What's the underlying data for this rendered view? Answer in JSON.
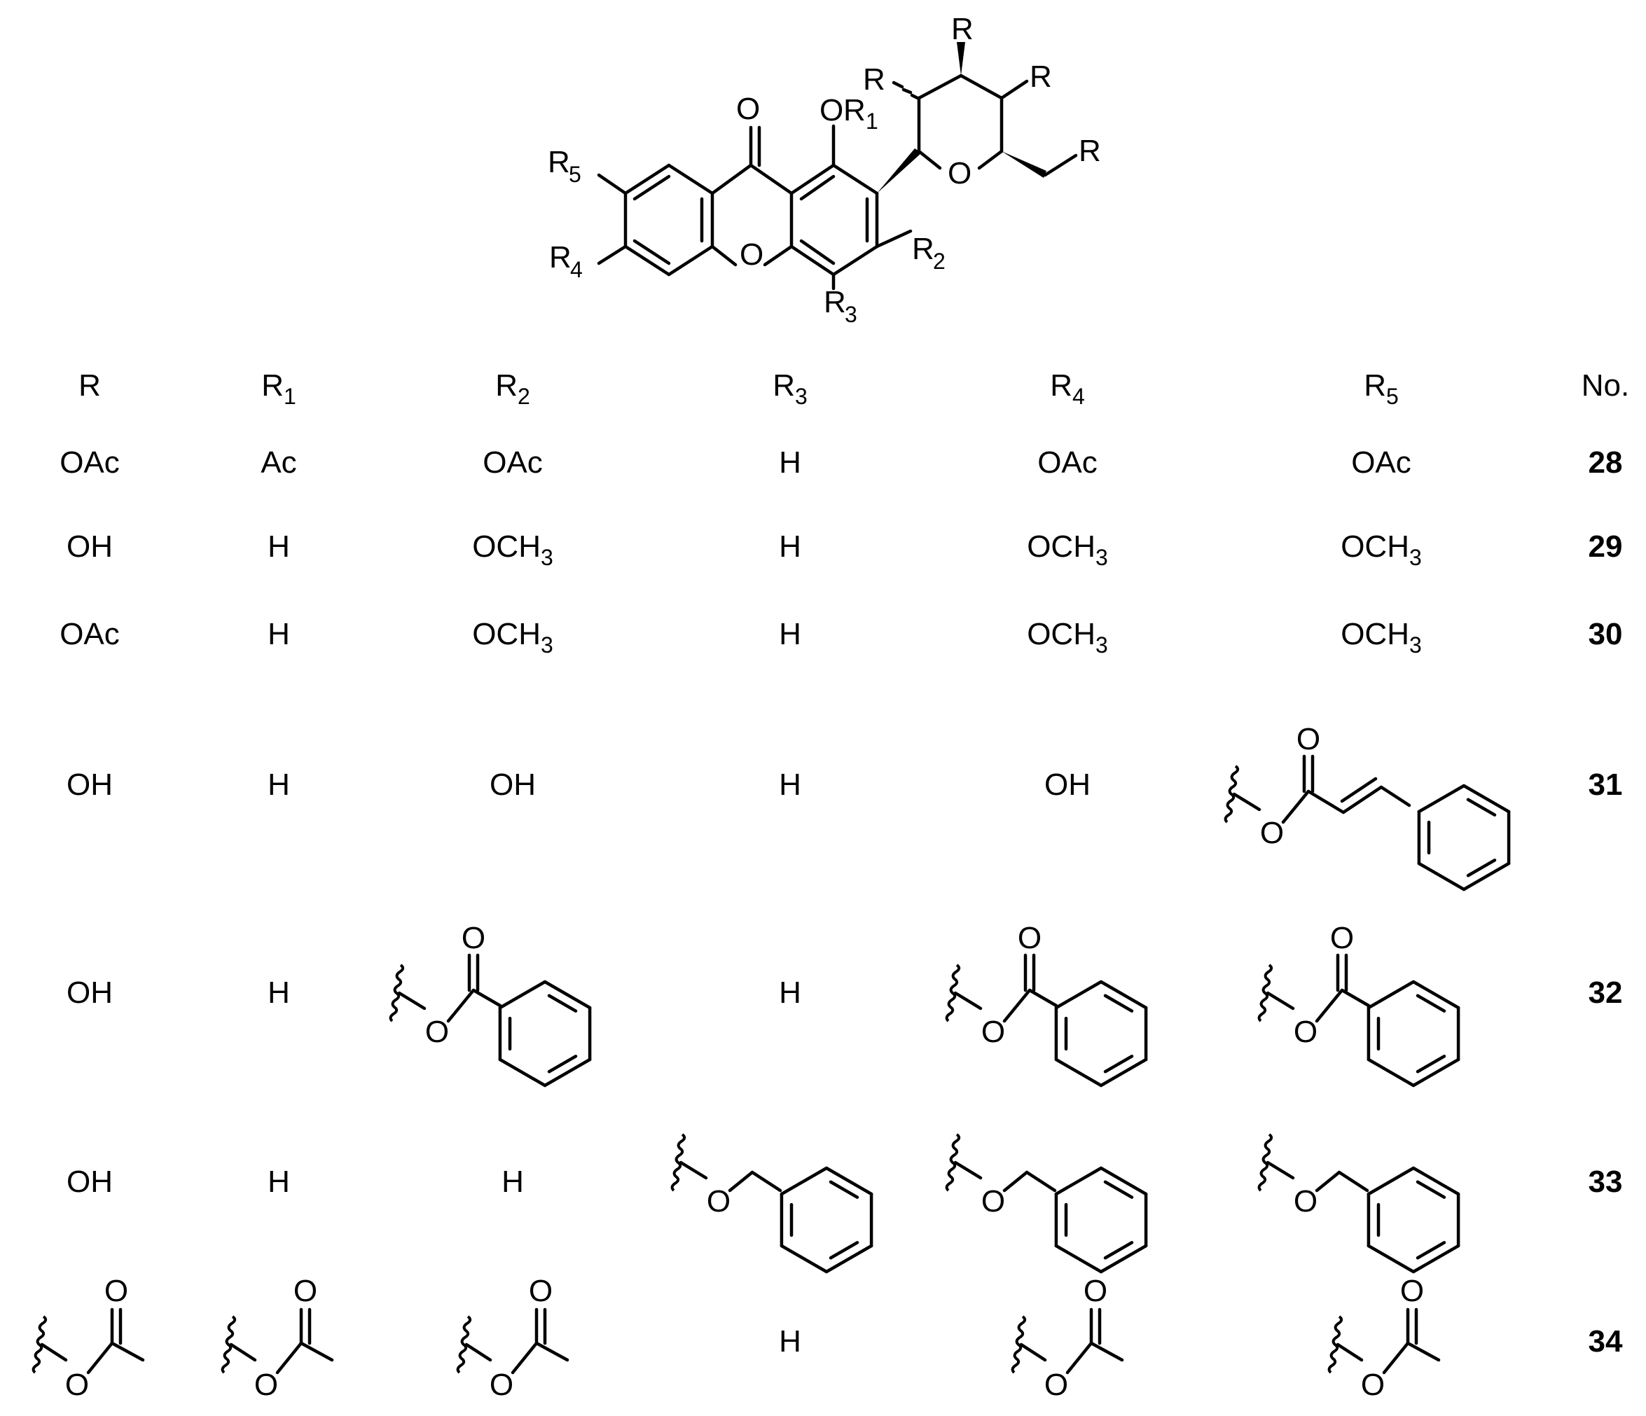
{
  "scaffold": {
    "atom_labels": {
      "carbonyl_O": "O",
      "ring_O": "O",
      "pyran_O": "O",
      "OR1_O": "O",
      "R_top": "R",
      "R_left": "R",
      "R_right": "R",
      "R_ch2": "R",
      "R1": "R",
      "R1_sub": "1",
      "R2": "R",
      "R2_sub": "2",
      "R3": "R",
      "R3_sub": "3",
      "R4": "R",
      "R4_sub": "4",
      "R5": "R",
      "R5_sub": "5"
    }
  },
  "table": {
    "headers": [
      {
        "main": "R",
        "sub": ""
      },
      {
        "main": "R",
        "sub": "1"
      },
      {
        "main": "R",
        "sub": "2"
      },
      {
        "main": "R",
        "sub": "3"
      },
      {
        "main": "R",
        "sub": "4"
      },
      {
        "main": "R",
        "sub": "5"
      },
      {
        "main": "No.",
        "sub": ""
      }
    ],
    "rows": [
      {
        "cells": [
          {
            "t": "OAc"
          },
          {
            "t": "Ac"
          },
          {
            "t": "OAc"
          },
          {
            "t": "H"
          },
          {
            "t": "OAc"
          },
          {
            "t": "OAc"
          }
        ],
        "no": "28"
      },
      {
        "cells": [
          {
            "t": "OH"
          },
          {
            "t": "H"
          },
          {
            "t": "OCH",
            "s": "3"
          },
          {
            "t": "H"
          },
          {
            "t": "OCH",
            "s": "3"
          },
          {
            "t": "OCH",
            "s": "3"
          }
        ],
        "no": "29"
      },
      {
        "cells": [
          {
            "t": "OAc"
          },
          {
            "t": "H"
          },
          {
            "t": "OCH",
            "s": "3"
          },
          {
            "t": "H"
          },
          {
            "t": "OCH",
            "s": "3"
          },
          {
            "t": "OCH",
            "s": "3"
          }
        ],
        "no": "30"
      },
      {
        "cells": [
          {
            "t": "OH"
          },
          {
            "t": "H"
          },
          {
            "t": "OH"
          },
          {
            "t": "H"
          },
          {
            "t": "OH"
          },
          {
            "struct": "cinnamoyloxy"
          }
        ],
        "no": "31"
      },
      {
        "cells": [
          {
            "t": "OH"
          },
          {
            "t": "H"
          },
          {
            "struct": "benzoyloxy"
          },
          {
            "t": "H"
          },
          {
            "struct": "benzoyloxy"
          },
          {
            "struct": "benzoyloxy"
          }
        ],
        "no": "32"
      },
      {
        "cells": [
          {
            "t": "OH"
          },
          {
            "t": "H"
          },
          {
            "t": "H"
          },
          {
            "struct": "benzyloxy"
          },
          {
            "struct": "benzyloxy"
          },
          {
            "struct": "benzyloxy"
          }
        ],
        "no": "33"
      },
      {
        "cells": [
          {
            "struct": "acetoxy"
          },
          {
            "struct": "acetoxy"
          },
          {
            "struct": "acetoxy"
          },
          {
            "t": "H"
          },
          {
            "struct": "acetoxy"
          },
          {
            "struct": "acetoxy"
          }
        ],
        "no": "34"
      }
    ],
    "fragment_atom_labels": {
      "ester_O": "O",
      "carbonyl_O": "O"
    }
  }
}
